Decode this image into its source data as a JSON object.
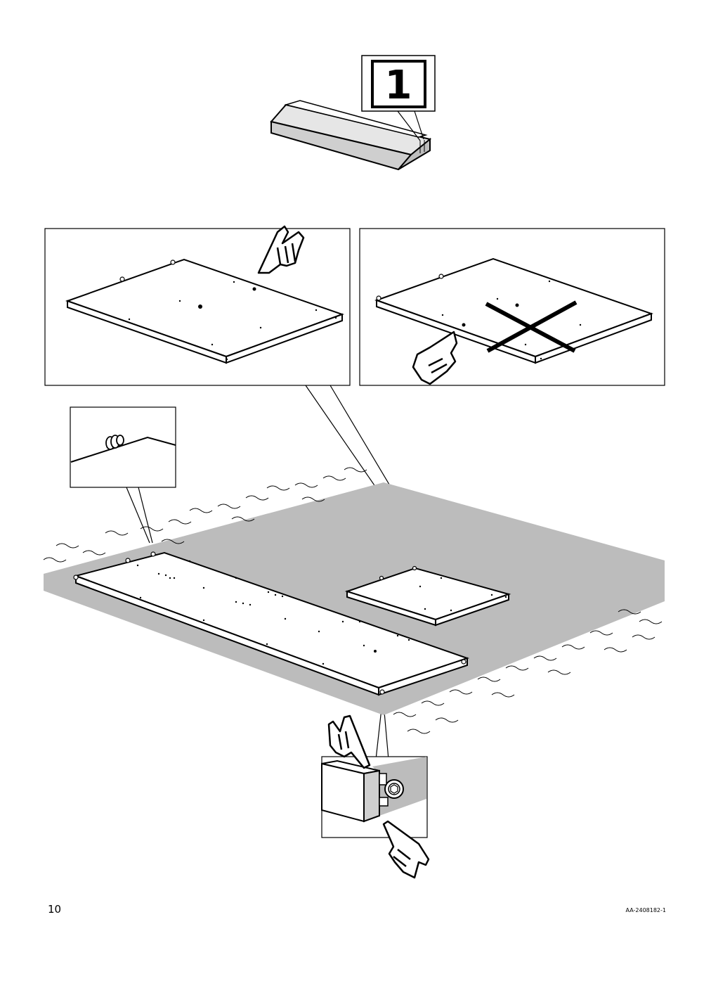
{
  "step": {
    "number": "1"
  },
  "footer": {
    "page_number": "10",
    "document_code": "AA-2408182-1"
  }
}
